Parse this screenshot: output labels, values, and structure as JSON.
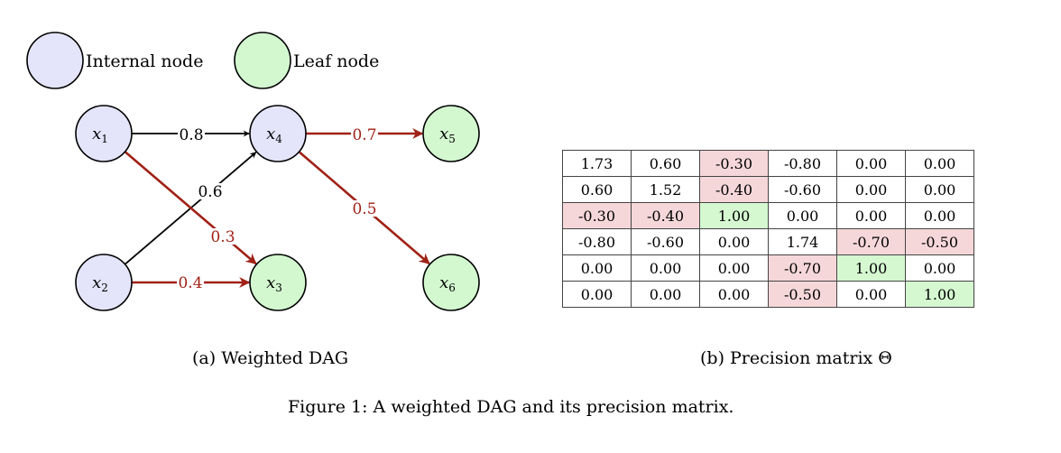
{
  "legend": [
    {
      "label": "Internal node",
      "kind": "internal"
    },
    {
      "label": "Leaf node",
      "kind": "leaf"
    }
  ],
  "dag": {
    "nodes": [
      {
        "id": "x1",
        "base": "x",
        "sub": "1",
        "kind": "internal"
      },
      {
        "id": "x2",
        "base": "x",
        "sub": "2",
        "kind": "internal"
      },
      {
        "id": "x3",
        "base": "x",
        "sub": "3",
        "kind": "leaf"
      },
      {
        "id": "x4",
        "base": "x",
        "sub": "4",
        "kind": "internal"
      },
      {
        "id": "x5",
        "base": "x",
        "sub": "5",
        "kind": "leaf"
      },
      {
        "id": "x6",
        "base": "x",
        "sub": "6",
        "kind": "leaf"
      }
    ],
    "edges": [
      {
        "from": "x1",
        "to": "x4",
        "weight": "0.8",
        "color": "#000000"
      },
      {
        "from": "x2",
        "to": "x4",
        "weight": "0.6",
        "color": "#000000"
      },
      {
        "from": "x1",
        "to": "x3",
        "weight": "0.3",
        "color": "#a02116"
      },
      {
        "from": "x2",
        "to": "x3",
        "weight": "0.4",
        "color": "#a02116"
      },
      {
        "from": "x4",
        "to": "x5",
        "weight": "0.7",
        "color": "#a02116"
      },
      {
        "from": "x4",
        "to": "x6",
        "weight": "0.5",
        "color": "#a02116"
      }
    ]
  },
  "matrix": {
    "rows": [
      [
        "1.73",
        "0.60",
        "-0.30",
        "-0.80",
        "0.00",
        "0.00"
      ],
      [
        "0.60",
        "1.52",
        "-0.40",
        "-0.60",
        "0.00",
        "0.00"
      ],
      [
        "-0.30",
        "-0.40",
        "1.00",
        "0.00",
        "0.00",
        "0.00"
      ],
      [
        "-0.80",
        "-0.60",
        "0.00",
        "1.74",
        "-0.70",
        "-0.50"
      ],
      [
        "0.00",
        "0.00",
        "0.00",
        "-0.70",
        "1.00",
        "0.00"
      ],
      [
        "0.00",
        "0.00",
        "0.00",
        "-0.50",
        "0.00",
        "1.00"
      ]
    ],
    "highlights": [
      [
        "",
        "",
        "red",
        "",
        "",
        ""
      ],
      [
        "",
        "",
        "red",
        "",
        "",
        ""
      ],
      [
        "red",
        "red",
        "green",
        "",
        "",
        ""
      ],
      [
        "",
        "",
        "",
        "",
        "red",
        "red"
      ],
      [
        "",
        "",
        "",
        "red",
        "green",
        ""
      ],
      [
        "",
        "",
        "",
        "red",
        "",
        "green"
      ]
    ],
    "colors": {
      "red": "#f6d7d9",
      "green": "#d5f8d1"
    }
  },
  "captions": {
    "a": "(a) Weighted DAG",
    "b": "(b) Precision matrix Θ",
    "figure": "Figure 1: A weighted DAG and its precision matrix."
  }
}
